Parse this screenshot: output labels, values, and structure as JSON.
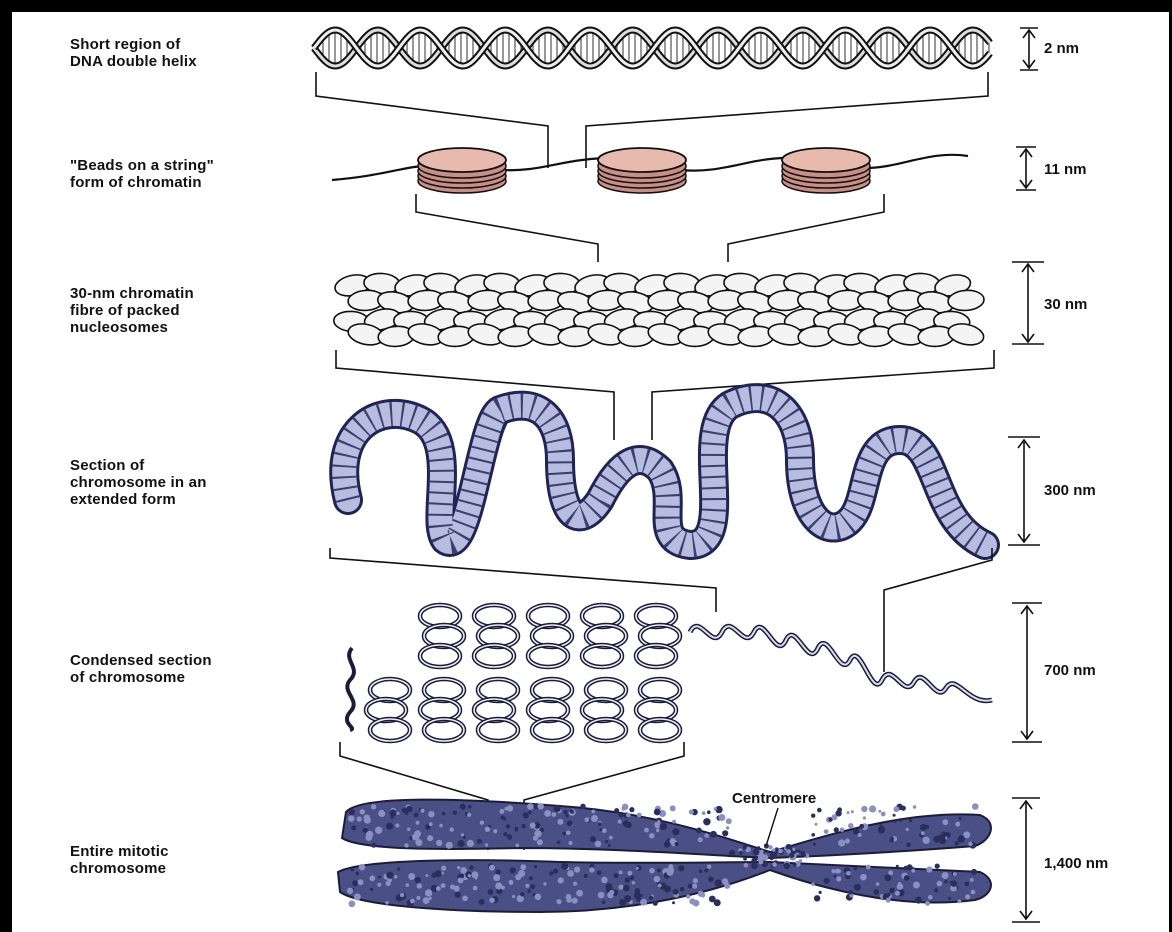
{
  "levels": [
    {
      "label_lines": [
        "Short region of",
        "DNA double helix"
      ],
      "scale": "2 nm"
    },
    {
      "label_lines": [
        "\"Beads on a string\"",
        "form of chromatin"
      ],
      "scale": "11 nm"
    },
    {
      "label_lines": [
        "30-nm chromatin",
        "fibre of packed",
        "nucleosomes"
      ],
      "scale": "30 nm"
    },
    {
      "label_lines": [
        "Section of",
        "chromosome in an",
        "extended form"
      ],
      "scale": "300 nm"
    },
    {
      "label_lines": [
        "Condensed section",
        "of chromosome"
      ],
      "scale": "700 nm"
    },
    {
      "label_lines": [
        "Entire mitotic",
        "chromosome"
      ],
      "scale": "1,400 nm"
    }
  ],
  "annotations": {
    "centromere": "Centromere"
  },
  "colors": {
    "ink": "#111111",
    "nucleosome_fill": "#e8b9ad",
    "fibre_fill": "#b8bde0",
    "fibre_dark": "#1e2455",
    "chromosome_fill": "#4a4f86"
  }
}
